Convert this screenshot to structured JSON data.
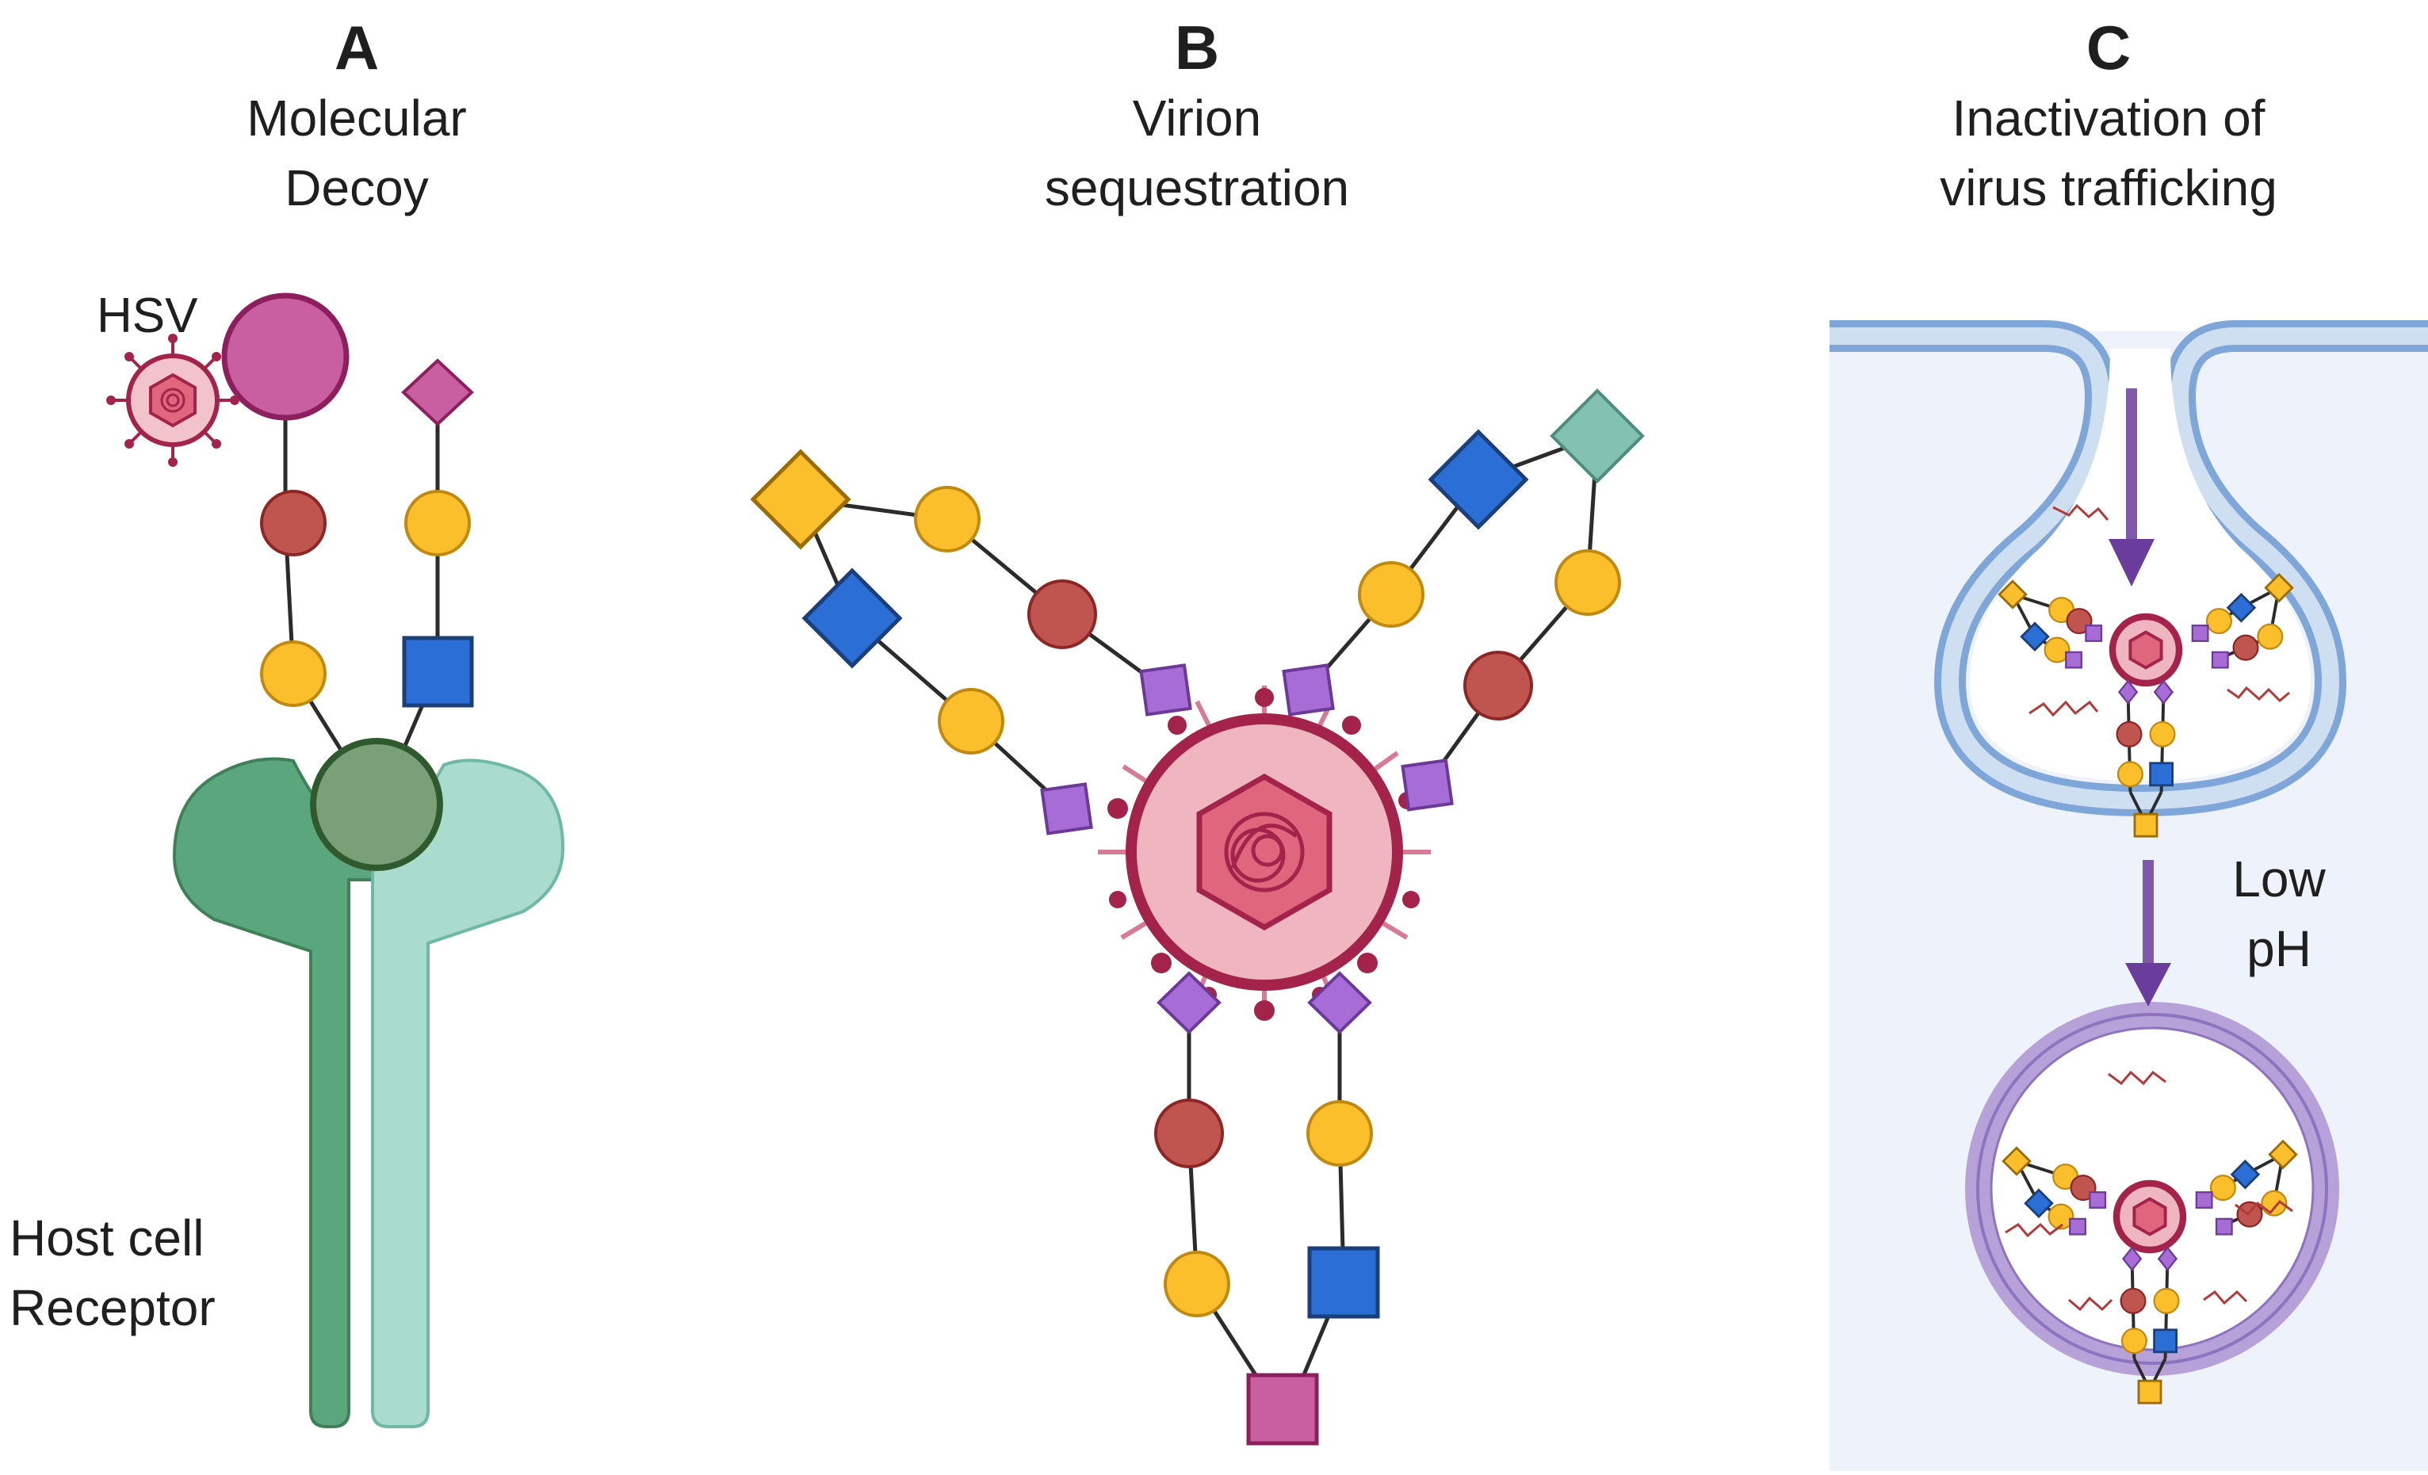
{
  "panels": [
    {
      "letter": "A",
      "title_lines": [
        "Molecular",
        "Decoy"
      ]
    },
    {
      "letter": "B",
      "title_lines": [
        "Virion",
        "sequestration"
      ]
    },
    {
      "letter": "C",
      "title_lines": [
        "Inactivation of",
        "virus trafficking"
      ]
    }
  ],
  "labels": {
    "virus": "HSV",
    "receptor_lines": [
      "Host cell",
      "Receptor"
    ],
    "ph_lines": [
      "Low",
      "pH"
    ]
  },
  "colors": {
    "magenta": "#c95fa0",
    "magenta_stroke": "#8e1f5f",
    "red_circle": "#c0554f",
    "red_stroke": "#8e2626",
    "yellow": "#fbbf2b",
    "yellow_stroke": "#c08a10",
    "blue": "#2b6fd6",
    "blue_stroke": "#1a3f7a",
    "purple": "#a76cd6",
    "purple_stroke": "#6b3a99",
    "teal": "#83c2b2",
    "teal_stroke": "#4e8c7c",
    "virus_fill": "#f0b6c0",
    "virus_stroke": "#a3234a",
    "receptor_dark": "#5ba77d",
    "receptor_light": "#a9dccd",
    "endosome_blue": "#7fa6d8",
    "endosome_purple": "#b6a1d8",
    "arrow": "#6a3c9c",
    "panel_c_bg": "#eef3fb"
  }
}
